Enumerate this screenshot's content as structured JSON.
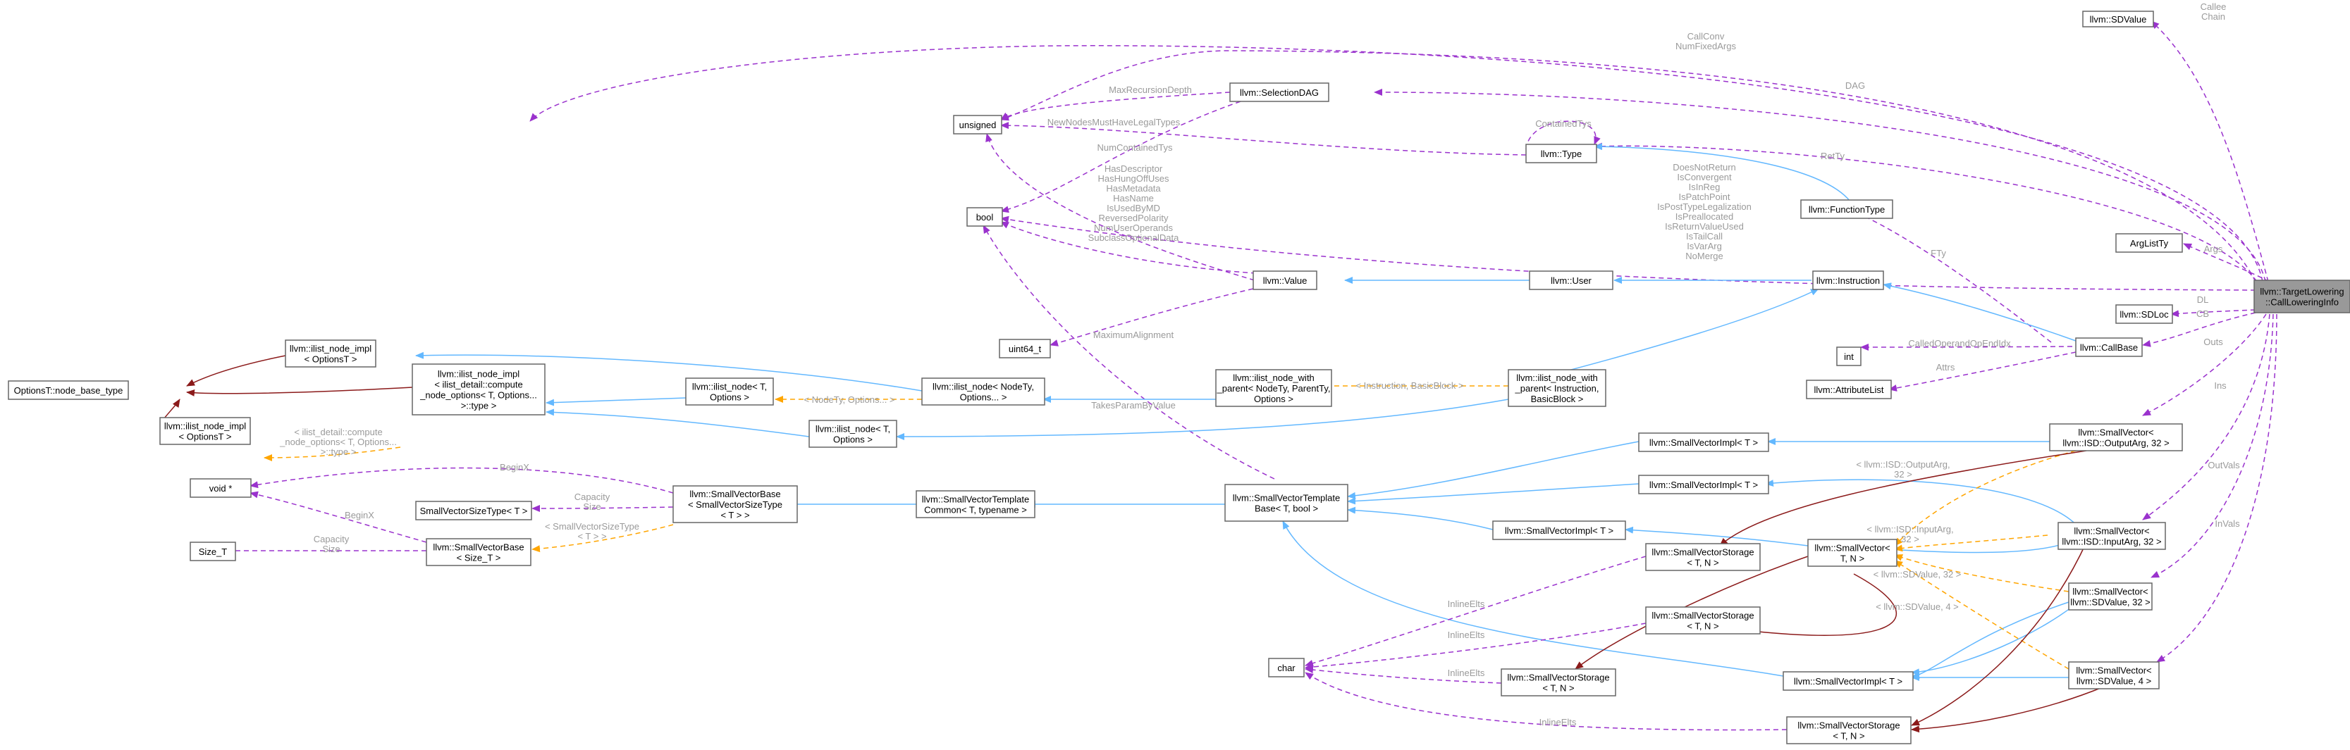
{
  "nodes": {
    "sdvalue_top": [
      "llvm::SDValue"
    ],
    "unsigned": [
      "unsigned"
    ],
    "selectiondag": [
      "llvm::SelectionDAG"
    ],
    "type": [
      "llvm::Type"
    ],
    "bool": [
      "bool"
    ],
    "functiontype": [
      "llvm::FunctionType"
    ],
    "arglistty": [
      "ArgListTy"
    ],
    "main": [
      "llvm::TargetLowering",
      "::CallLoweringInfo"
    ],
    "sdloc": [
      "llvm::SDLoc"
    ],
    "callbase": [
      "llvm::CallBase"
    ],
    "int": [
      "int"
    ],
    "attributelist": [
      "llvm::AttributeList"
    ],
    "value": [
      "llvm::Value"
    ],
    "user": [
      "llvm::User"
    ],
    "instruction": [
      "llvm::Instruction"
    ],
    "uint64": [
      "uint64_t"
    ],
    "options_base": [
      "OptionsT::node_base_type"
    ],
    "ilist_impl_opt": [
      "llvm::ilist_node_impl",
      "< OptionsT >"
    ],
    "ilist_impl_compute": [
      "llvm::ilist_node_impl",
      "< ilist_detail::compute",
      "_node_options< T, Options...",
      ">::type >"
    ],
    "ilist_impl_opt2": [
      "llvm::ilist_node_impl",
      "< OptionsT >"
    ],
    "ilist_node_T": [
      "llvm::ilist_node< T,",
      "Options >"
    ],
    "ilist_node_NodeTy": [
      "llvm::ilist_node< NodeTy,",
      "Options... >"
    ],
    "ilist_node_T2": [
      "llvm::ilist_node< T,",
      "Options >"
    ],
    "ilist_parent_generic": [
      "llvm::ilist_node_with",
      "_parent< NodeTy, ParentTy,",
      "Options >"
    ],
    "ilist_parent_inst": [
      "llvm::ilist_node_with",
      "_parent< Instruction,",
      "BasicBlock >"
    ],
    "voidptr": [
      "void *"
    ],
    "svsizetype": [
      "SmallVectorSizeType< T >"
    ],
    "sizet": [
      "Size_T"
    ],
    "svbase_svst": [
      "llvm::SmallVectorBase",
      "< SmallVectorSizeType",
      "< T > >"
    ],
    "svbase_sizet": [
      "llvm::SmallVectorBase",
      "< Size_T >"
    ],
    "svtemplate_common": [
      "llvm::SmallVectorTemplate",
      "Common< T, typename >"
    ],
    "svtemplate_base": [
      "llvm::SmallVectorTemplate",
      "Base< T, bool >"
    ],
    "svimpl_1": [
      "llvm::SmallVectorImpl< T >"
    ],
    "svimpl_2": [
      "llvm::SmallVectorImpl< T >"
    ],
    "svimpl_3": [
      "llvm::SmallVectorImpl< T >"
    ],
    "svimpl_4": [
      "llvm::SmallVectorImpl< T >"
    ],
    "sv_outputarg": [
      "llvm::SmallVector<",
      "llvm::ISD::OutputArg, 32 >"
    ],
    "sv_inputarg": [
      "llvm::SmallVector<",
      "llvm::ISD::InputArg, 32 >"
    ],
    "sv_sdvalue32": [
      "llvm::SmallVector<",
      "llvm::SDValue, 32 >"
    ],
    "sv_sdvalue4": [
      "llvm::SmallVector<",
      "llvm::SDValue, 4 >"
    ],
    "sv_TN": [
      "llvm::SmallVector<",
      "T, N >"
    ],
    "svstorage_1": [
      "llvm::SmallVectorStorage",
      "< T, N >"
    ],
    "svstorage_2": [
      "llvm::SmallVectorStorage",
      "< T, N >"
    ],
    "svstorage_3": [
      "llvm::SmallVectorStorage",
      "< T, N >"
    ],
    "svstorage_4": [
      "llvm::SmallVectorStorage",
      "< T, N >"
    ],
    "char": [
      "char"
    ]
  },
  "labels": {
    "callee_chain": [
      "Callee",
      "Chain"
    ],
    "callconv": [
      "CallConv",
      "NumFixedArgs"
    ],
    "dag": [
      "DAG"
    ],
    "maxrecursion": [
      "MaxRecursionDepth"
    ],
    "newnodes": [
      "NewNodesMustHaveLegalTypes"
    ],
    "containedtys": [
      "ContainedTys"
    ],
    "numcontainedtys": [
      "NumContainedTys"
    ],
    "retty": [
      "RetTy"
    ],
    "value_flags": [
      "HasDescriptor",
      "HasHungOffUses",
      "HasMetadata",
      "HasName",
      "IsUsedByMD",
      "ReversedPolarity",
      "NumUserOperands",
      "SubclassOptionalData"
    ],
    "call_flags": [
      "DoesNotReturn",
      "IsConvergent",
      "IsInReg",
      "IsPatchPoint",
      "IsPostTypeLegalization",
      "IsPreallocated",
      "IsReturnValueUsed",
      "IsTailCall",
      "IsVarArg",
      "NoMerge"
    ],
    "args": [
      "Args"
    ],
    "fty": [
      "FTy"
    ],
    "dl": [
      "DL"
    ],
    "cb": [
      "CB"
    ],
    "calledoperand": [
      "CalledOperandOpEndIdx"
    ],
    "attrs": [
      "Attrs"
    ],
    "outs": [
      "Outs"
    ],
    "ins": [
      "Ins"
    ],
    "outvals": [
      "OutVals"
    ],
    "invals": [
      "InVals"
    ],
    "maxalign": [
      "MaximumAlignment"
    ],
    "takesparamvalue": [
      "TakesParamByValue"
    ],
    "nodety_options": [
      "< NodeTy, Options... >"
    ],
    "inst_bb": [
      "< Instruction, BasicBlock >"
    ],
    "compute_opts": [
      "< ilist_detail::compute",
      "_node_options< T, Options...",
      ">::type >"
    ],
    "beginx": [
      "BeginX"
    ],
    "beginx2": [
      "BeginX"
    ],
    "capacity_size": [
      "Capacity",
      "Size"
    ],
    "capacity_size2": [
      "Capacity",
      "Size"
    ],
    "svst_t": [
      "< SmallVectorSizeType",
      "< T > >"
    ],
    "isd_outputarg": [
      "< llvm::ISD::OutputArg,",
      "32 >"
    ],
    "isd_inputarg": [
      "< llvm::ISD::InputArg,",
      "32 >"
    ],
    "sdvalue32": [
      "< llvm::SDValue, 32 >"
    ],
    "sdvalue4": [
      "< llvm::SDValue, 4 >"
    ],
    "inlineelts1": [
      "InlineElts"
    ],
    "inlineelts2": [
      "InlineElts"
    ],
    "inlineelts3": [
      "InlineElts"
    ],
    "inlineelts4": [
      "InlineElts"
    ]
  },
  "legend_colors": {
    "inheritance": "#63b8ff",
    "usage": "#9a32cd",
    "template_instance": "#ffa500",
    "private_inheritance": "#8b1a1a",
    "highlighted_node_fill": "#999999"
  }
}
